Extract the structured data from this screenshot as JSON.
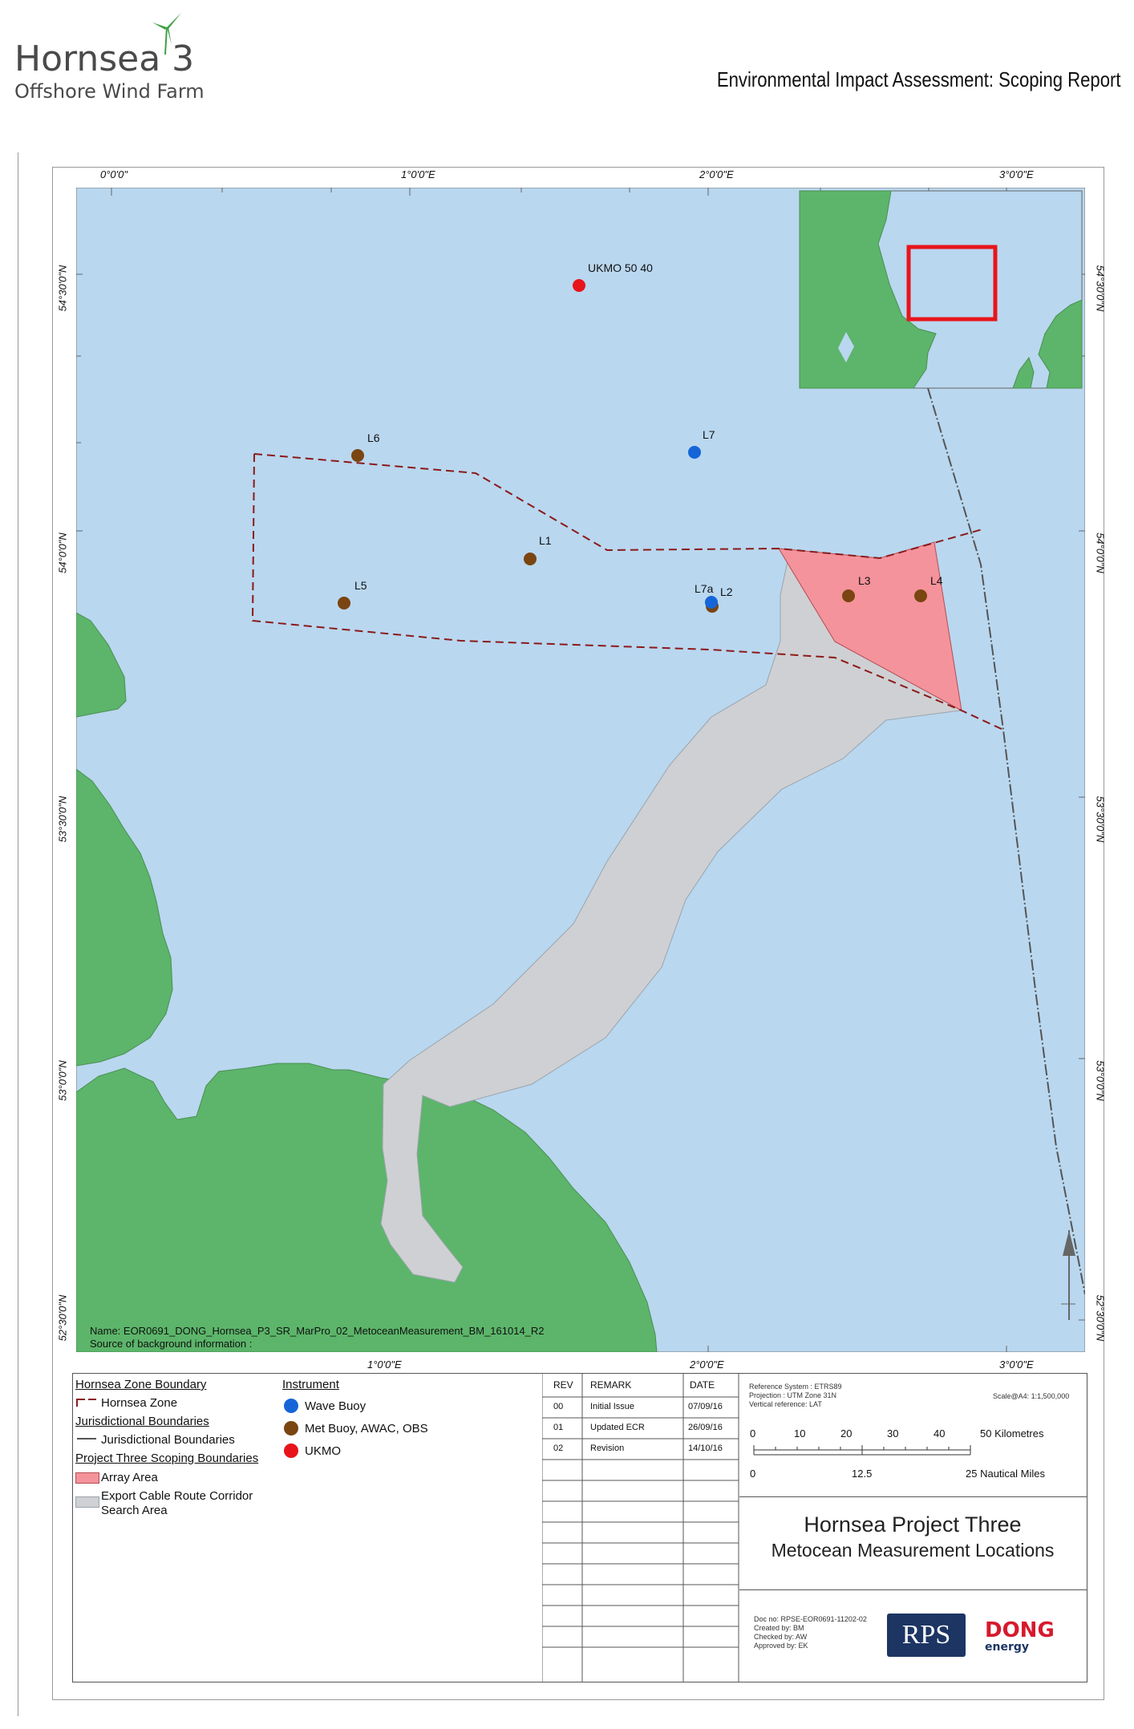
{
  "header": {
    "logo_title": "Hornsea 3",
    "logo_subtitle": "Offshore Wind Farm",
    "document_title": "Environmental Impact Assessment: Scoping Report"
  },
  "map": {
    "lon_labels": [
      "0°0'0\"",
      "1°0'0\"E",
      "2°0'0\"E",
      "3°0'0\"E"
    ],
    "lon_labels_bottom": [
      "1°0'0\"E",
      "2°0'0\"E",
      "3°0'0\"E"
    ],
    "lat_labels": [
      "54°30'0\"N",
      "54°0'0\"N",
      "53°30'0\"N",
      "53°0'0\"N",
      "52°30'0\"N"
    ],
    "points": [
      {
        "label": "UKMO 50 40",
        "type": "UKMO"
      },
      {
        "label": "L7",
        "type": "Wave Buoy"
      },
      {
        "label": "L6",
        "type": "Met Buoy, AWAC, OBS"
      },
      {
        "label": "L1",
        "type": "Met Buoy, AWAC, OBS"
      },
      {
        "label": "L5",
        "type": "Met Buoy, AWAC, OBS"
      },
      {
        "label": "L7a",
        "type": "Wave Buoy"
      },
      {
        "label": "L2",
        "type": "Met Buoy, AWAC, OBS"
      },
      {
        "label": "L3",
        "type": "Met Buoy, AWAC, OBS"
      },
      {
        "label": "L4",
        "type": "Met Buoy, AWAC, OBS"
      }
    ],
    "name_line": "Name: EOR0691_DONG_Hornsea_P3_SR_MarPro_02_MetoceanMeasurement_BM_161014_R2",
    "source_line": "Source of background information :",
    "colors": {
      "sea": "#b9d7ef",
      "land": "#5cb56a",
      "array": "#f4939b",
      "cable": "#cfd0d3",
      "ukmo": "#e8141b",
      "wave": "#1565d8",
      "met": "#7a4510",
      "zone": "#8b1a1a"
    }
  },
  "legend": {
    "zone_heading": "Hornsea Zone Boundary",
    "zone_item": "Hornsea Zone",
    "juris_heading": "Jurisdictional Boundaries",
    "juris_item": "Jurisdictional Boundaries",
    "scoping_heading": "Project Three Scoping Boundaries",
    "array_item": "Array Area",
    "cable_item_1": "Export Cable Route Corridor",
    "cable_item_2": "Search Area",
    "instrument_heading": "Instrument",
    "wave_item": "Wave Buoy",
    "met_item": "Met Buoy, AWAC, OBS",
    "ukmo_item": "UKMO"
  },
  "revisions": {
    "headers": {
      "rev": "REV",
      "remark": "REMARK",
      "date": "DATE"
    },
    "rows": [
      {
        "rev": "00",
        "remark": "Initial Issue",
        "date": "07/09/16"
      },
      {
        "rev": "01",
        "remark": "Updated ECR",
        "date": "26/09/16"
      },
      {
        "rev": "02",
        "remark": "Revision",
        "date": "14/10/16"
      }
    ]
  },
  "info": {
    "ref_system": "Reference System : ETRS89",
    "projection": "Projection : UTM Zone 31N",
    "vertical": "Vertical reference: LAT",
    "scale": "Scale@A4: 1:1,500,000",
    "km_ticks": [
      "0",
      "10",
      "20",
      "30",
      "40",
      "50 Kilometres"
    ],
    "nm_ticks": [
      "0",
      "12.5",
      "25 Nautical Miles"
    ],
    "title": "Hornsea Project Three",
    "subtitle": "Metocean Measurement Locations",
    "doc_no": "Doc no: RPSE-EOR0691-11202-02",
    "created": "Created by: BM",
    "checked": "Checked by: AW",
    "approved": "Approved by: EK",
    "rps": "RPS",
    "dong": "DONG",
    "energy": "energy"
  }
}
